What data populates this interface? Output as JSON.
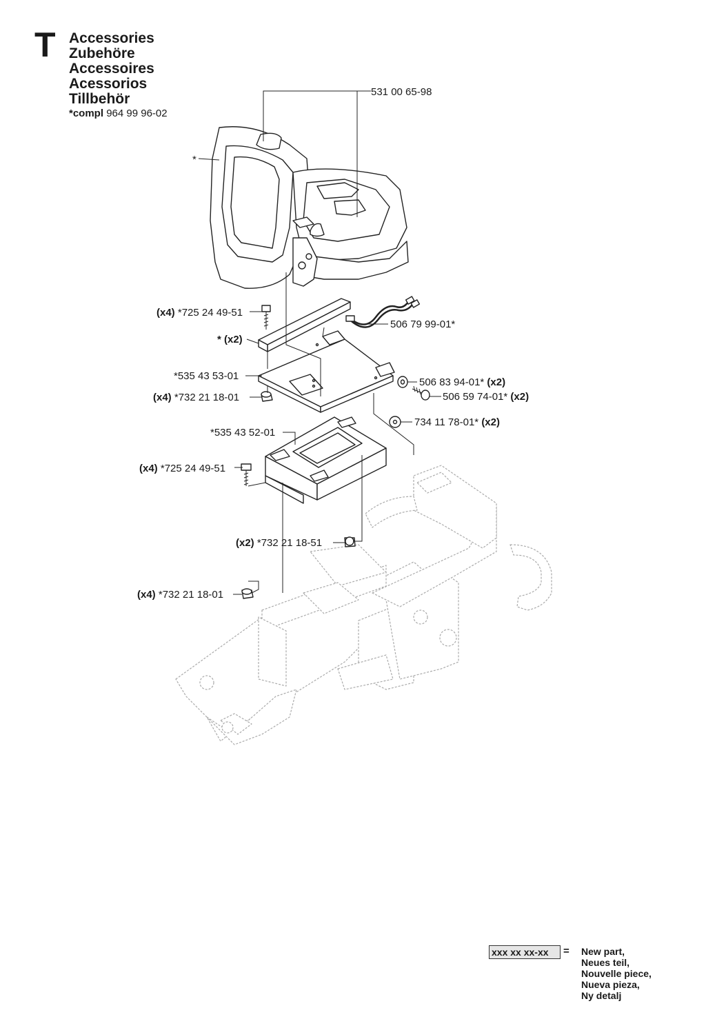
{
  "header": {
    "section_letter": "T",
    "titles": [
      "Accessories",
      "Zubehöre",
      "Accessoires",
      "Acessorios",
      "Tillbehör"
    ],
    "compl_label": "*compl",
    "compl_number": "964 99 96-02"
  },
  "labels": {
    "seat_part": "531 00 65-98",
    "star": "*",
    "wire_harness": "506 79 99-01*",
    "rail_qty": "* (x2)",
    "screw_top_qty": "(x4)",
    "screw_top_part": "*725 24 49-51",
    "plate_part": "*535 43 53-01",
    "nut_top_qty": "(x4)",
    "nut_top_part": "*732 21 18-01",
    "washer_part": "506 83 94-01*",
    "washer_qty": "(x2)",
    "bolt_part": "506 59 74-01*",
    "bolt_qty": "(x2)",
    "spacer_part": "734 11 78-01*",
    "spacer_qty": "(x2)",
    "bracket_part": "*535 43 52-01",
    "screw_mid_qty": "(x4)",
    "screw_mid_part": "*725 24 49-51",
    "nut_mid_qty": "(x2)",
    "nut_mid_part": "*732 21 18-51",
    "nut_bot_qty": "(x4)",
    "nut_bot_part": "*732 21 18-01"
  },
  "legend": {
    "box_text": "xxx xx xx-xx",
    "equals": "=",
    "lines": [
      "New part,",
      "Neues teil,",
      "Nouvelle piece,",
      "Nueva pieza,",
      "Ny detalj"
    ]
  }
}
